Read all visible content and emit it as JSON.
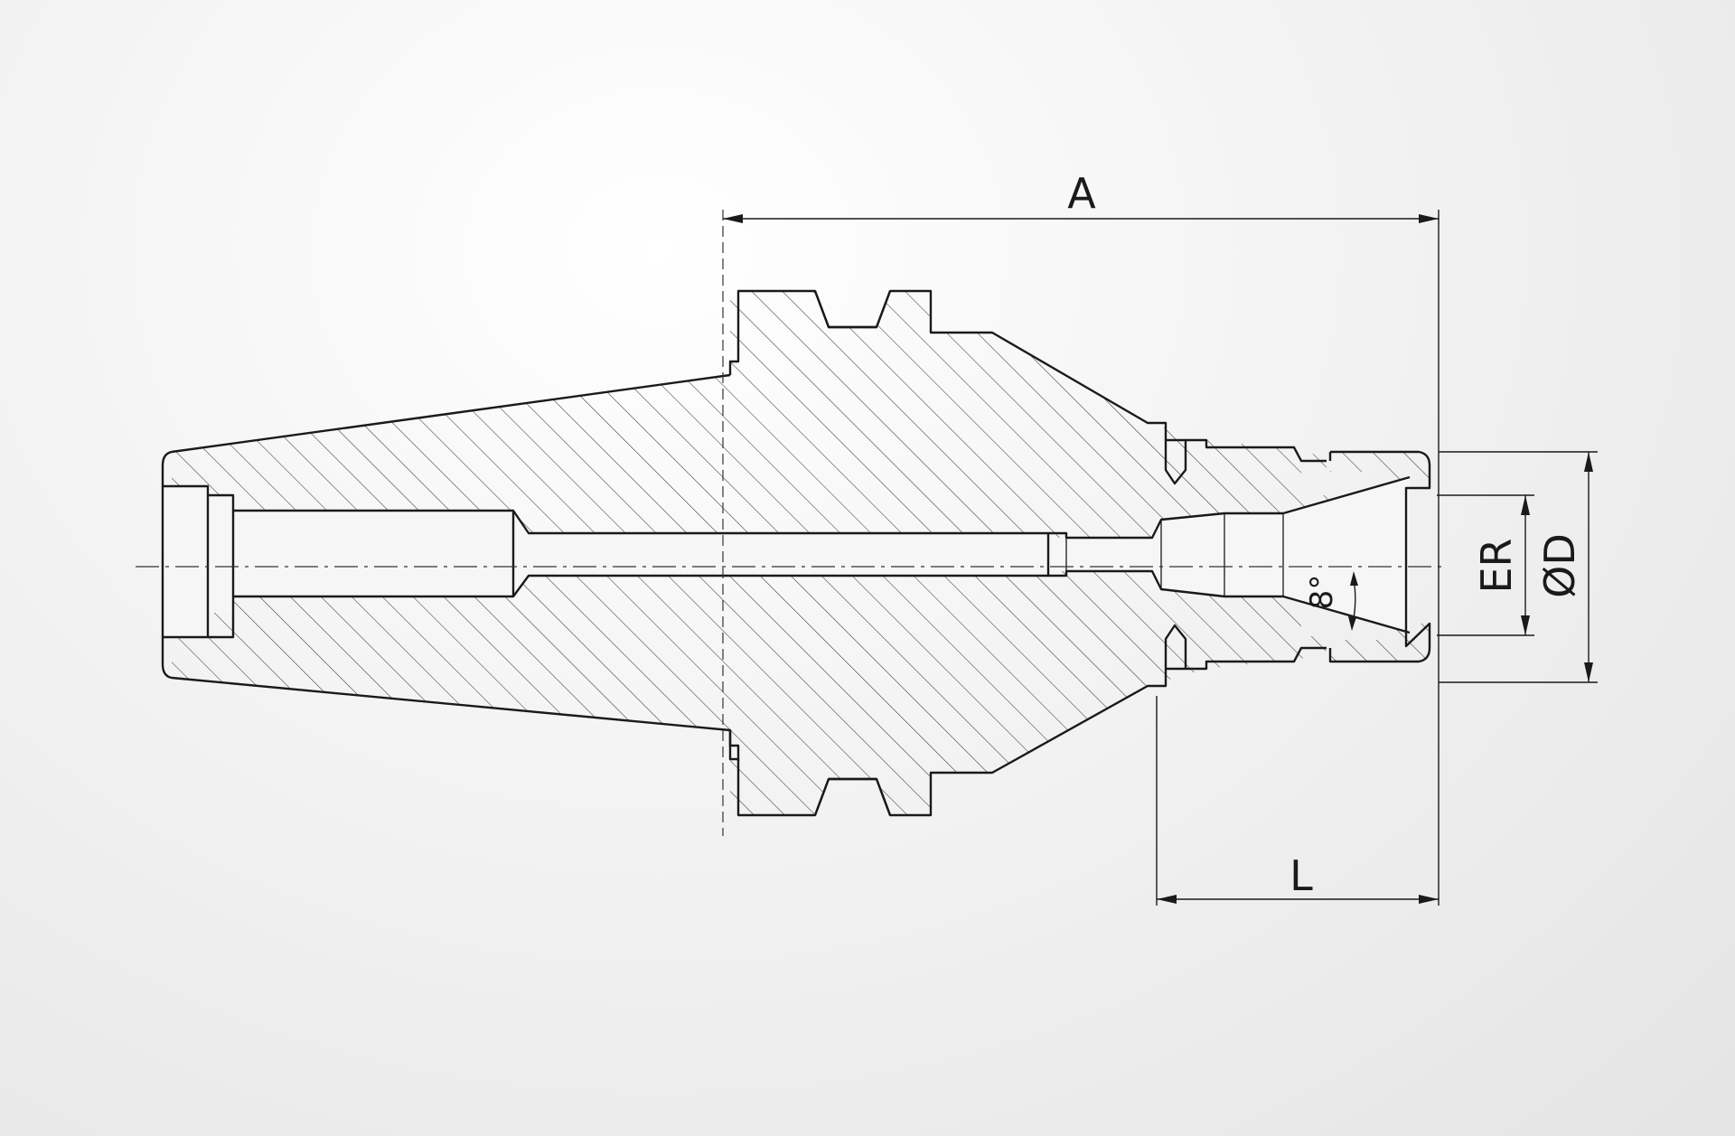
{
  "drawing": {
    "dimensions": {
      "A": "A",
      "L": "L",
      "ER": "ER",
      "D": "ØD"
    },
    "taper_angle": "8°"
  }
}
